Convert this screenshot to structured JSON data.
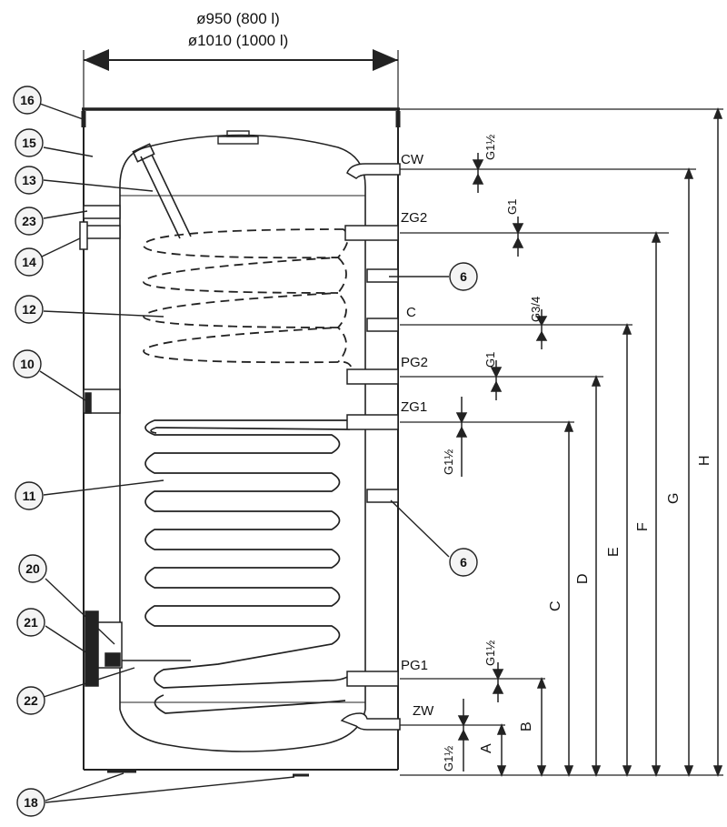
{
  "title_lines": [
    "ø950 (800 l)",
    "ø1010 (1000 l)"
  ],
  "ports": {
    "cw": "CW",
    "zg2": "ZG2",
    "c": "C",
    "pg2": "PG2",
    "zg1": "ZG1",
    "pg1": "PG1",
    "zw": "ZW"
  },
  "threads": {
    "cw": "G1½",
    "zg2": "G1",
    "c": "G3/4",
    "pg2": "G1",
    "zg1": "G1½",
    "pg1": "G1½",
    "zw": "G1½"
  },
  "dimensions": [
    "A",
    "B",
    "C",
    "D",
    "E",
    "F",
    "G",
    "H"
  ],
  "callouts": {
    "c16": "16",
    "c15": "15",
    "c13": "13",
    "c23": "23",
    "c14": "14",
    "c12": "12",
    "c10": "10",
    "c11": "11",
    "c20": "20",
    "c21": "21",
    "c22": "22",
    "c18": "18",
    "c6a": "6",
    "c6b": "6"
  },
  "colors": {
    "line": "#222222",
    "background": "#ffffff",
    "callout_fill": "#f4f4f4"
  }
}
